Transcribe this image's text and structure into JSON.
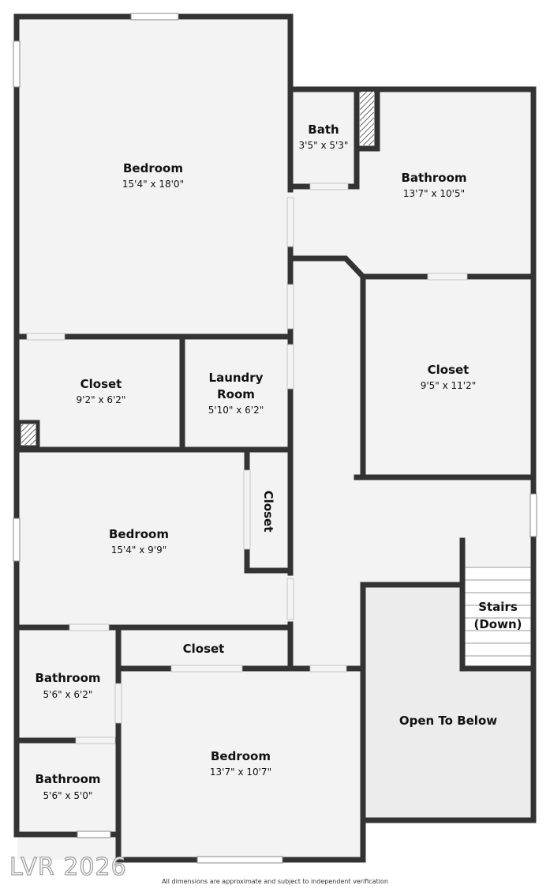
{
  "rooms": {
    "bedroom_1": {
      "name": "Bedroom",
      "dims": "15'4\" x 18'0\""
    },
    "bath": {
      "name": "Bath",
      "dims": "3'5\" x 5'3\""
    },
    "bathroom_1": {
      "name": "Bathroom",
      "dims": "13'7\" x 10'5\""
    },
    "closet_1": {
      "name": "Closet",
      "dims": "9'2\" x 6'2\""
    },
    "laundry": {
      "name_line1": "Laundry",
      "name_line2": "Room",
      "dims": "5'10\" x 6'2\""
    },
    "closet_2": {
      "name": "Closet",
      "dims": "9'5\" x 11'2\""
    },
    "bedroom_2": {
      "name": "Bedroom",
      "dims": "15'4\" x 9'9\""
    },
    "closet_3": {
      "name": "Closet"
    },
    "stairs": {
      "name_line1": "Stairs",
      "name_line2": "(Down)"
    },
    "closet_4": {
      "name": "Closet"
    },
    "bathroom_2": {
      "name": "Bathroom",
      "dims": "5'6\" x 6'2\""
    },
    "bathroom_3": {
      "name": "Bathroom",
      "dims": "5'6\" x 5'0\""
    },
    "bedroom_3": {
      "name": "Bedroom",
      "dims": "13'7\" x 10'7\""
    },
    "open_to_below": {
      "name": "Open To Below"
    }
  },
  "watermark": "LVR 2026",
  "disclaimer": "All dimensions are approximate and subject to independent verification",
  "colors": {
    "wall": "#333333",
    "floor": "#f4f3f3",
    "open_to_below": "#ececec",
    "window": "#ffffff",
    "hatch": "#666666"
  }
}
